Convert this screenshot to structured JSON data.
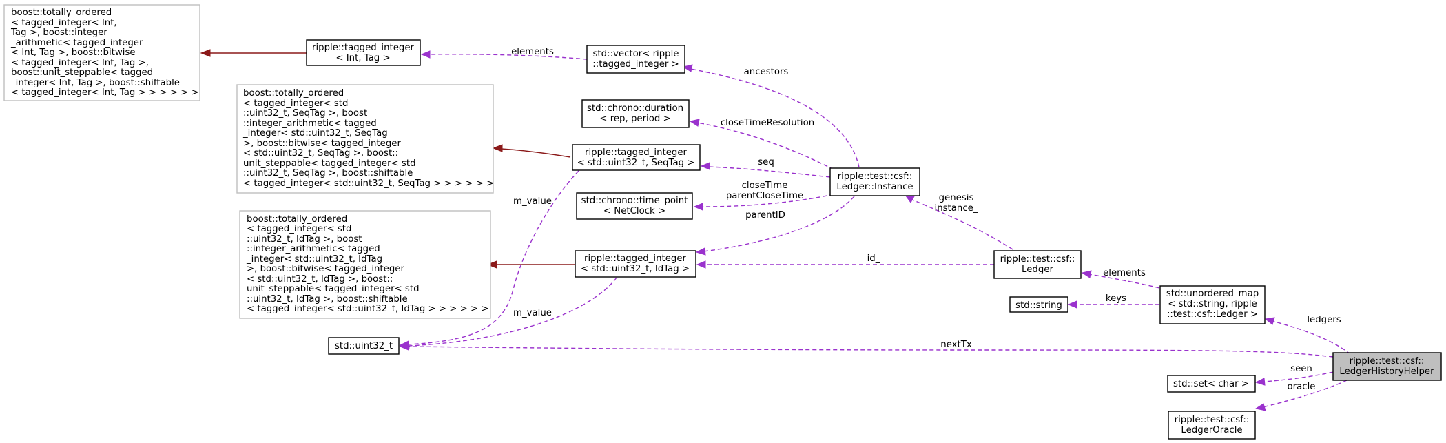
{
  "nodes": {
    "bool_int_tag": [
      "boost::totally_ordered",
      "< tagged_integer< Int,",
      " Tag >, boost::integer",
      "_arithmetic< tagged_integer",
      "< Int, Tag >, boost::bitwise",
      "< tagged_integer< Int, Tag >,",
      " boost::unit_steppable< tagged",
      "_integer< Int, Tag >, boost::shiftable",
      "< tagged_integer< Int, Tag > > > > > >"
    ],
    "tagged_int_tag": [
      "ripple::tagged_integer",
      "< Int, Tag >"
    ],
    "vector_tagged": [
      "std::vector< ripple",
      "::tagged_integer >"
    ],
    "chrono_duration": [
      "std::chrono::duration",
      "< rep, period >"
    ],
    "bool_seq": [
      "boost::totally_ordered",
      "< tagged_integer< std",
      "::uint32_t, SeqTag >, boost",
      "::integer_arithmetic< tagged",
      "_integer< std::uint32_t, SeqTag",
      " >, boost::bitwise< tagged_integer",
      "< std::uint32_t, SeqTag >, boost::",
      "unit_steppable< tagged_integer< std",
      "::uint32_t, SeqTag >, boost::shiftable",
      "< tagged_integer< std::uint32_t, SeqTag > > > > > >"
    ],
    "tagged_seq": [
      "ripple::tagged_integer",
      "< std::uint32_t, SeqTag >"
    ],
    "ledger_instance": [
      "ripple::test::csf::",
      "Ledger::Instance"
    ],
    "chrono_time_point": [
      "std::chrono::time_point",
      "< NetClock >"
    ],
    "bool_id": [
      "boost::totally_ordered",
      "< tagged_integer< std",
      "::uint32_t, IdTag >, boost",
      "::integer_arithmetic< tagged",
      "_integer< std::uint32_t, IdTag",
      " >, boost::bitwise< tagged_integer",
      "< std::uint32_t, IdTag >, boost::",
      "unit_steppable< tagged_integer< std",
      "::uint32_t, IdTag >, boost::shiftable",
      "< tagged_integer< std::uint32_t, IdTag > > > > > >"
    ],
    "tagged_id": [
      "ripple::tagged_integer",
      "< std::uint32_t, IdTag >"
    ],
    "ledger": [
      "ripple::test::csf::",
      "Ledger"
    ],
    "std_string": [
      "std::string"
    ],
    "unordered_map": [
      "std::unordered_map",
      "< std::string, ripple",
      "::test::csf::Ledger >"
    ],
    "uint32": [
      "std::uint32_t"
    ],
    "history_helper": [
      "ripple::test::csf::",
      "LedgerHistoryHelper"
    ],
    "set_char": [
      "std::set< char >"
    ],
    "ledger_oracle": [
      "ripple::test::csf::",
      "LedgerOracle"
    ]
  },
  "edge_labels": {
    "elements_vector": "elements",
    "ancestors": "ancestors",
    "close_time_resolution": "closeTimeResolution",
    "seq": "seq",
    "close_time": [
      "closeTime",
      "parentCloseTime"
    ],
    "parent_id": "parentID",
    "m_value_seq": "m_value",
    "genesis": [
      "genesis",
      "instance_"
    ],
    "id": "id_",
    "m_value_id": "m_value",
    "elements_map": "elements",
    "keys": "keys",
    "ledgers": "ledgers",
    "next_tx": "nextTx",
    "seen": "seen",
    "oracle": "oracle"
  },
  "colors": {
    "member_edge": "#9a32cd",
    "inherit_edge": "#8b1a1a",
    "focus_fill": "#bfbfbf",
    "grey_border": "#bfbfbf"
  }
}
